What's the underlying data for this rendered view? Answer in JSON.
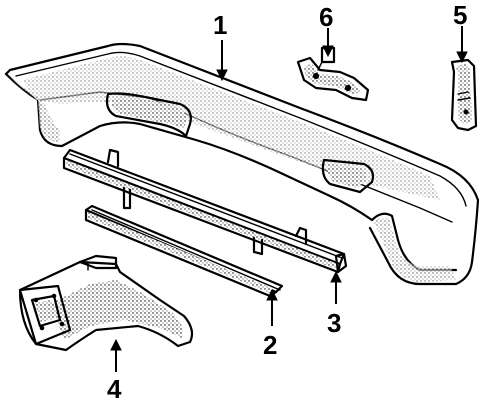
{
  "parts": [
    {
      "id": "bumper-cover",
      "callout": "1"
    },
    {
      "id": "upper-reinforcement",
      "callout": "2"
    },
    {
      "id": "lower-reinforcement",
      "callout": "3"
    },
    {
      "id": "energy-absorber",
      "callout": "4"
    },
    {
      "id": "side-bracket",
      "callout": "5"
    },
    {
      "id": "mounting-bracket",
      "callout": "6"
    }
  ]
}
